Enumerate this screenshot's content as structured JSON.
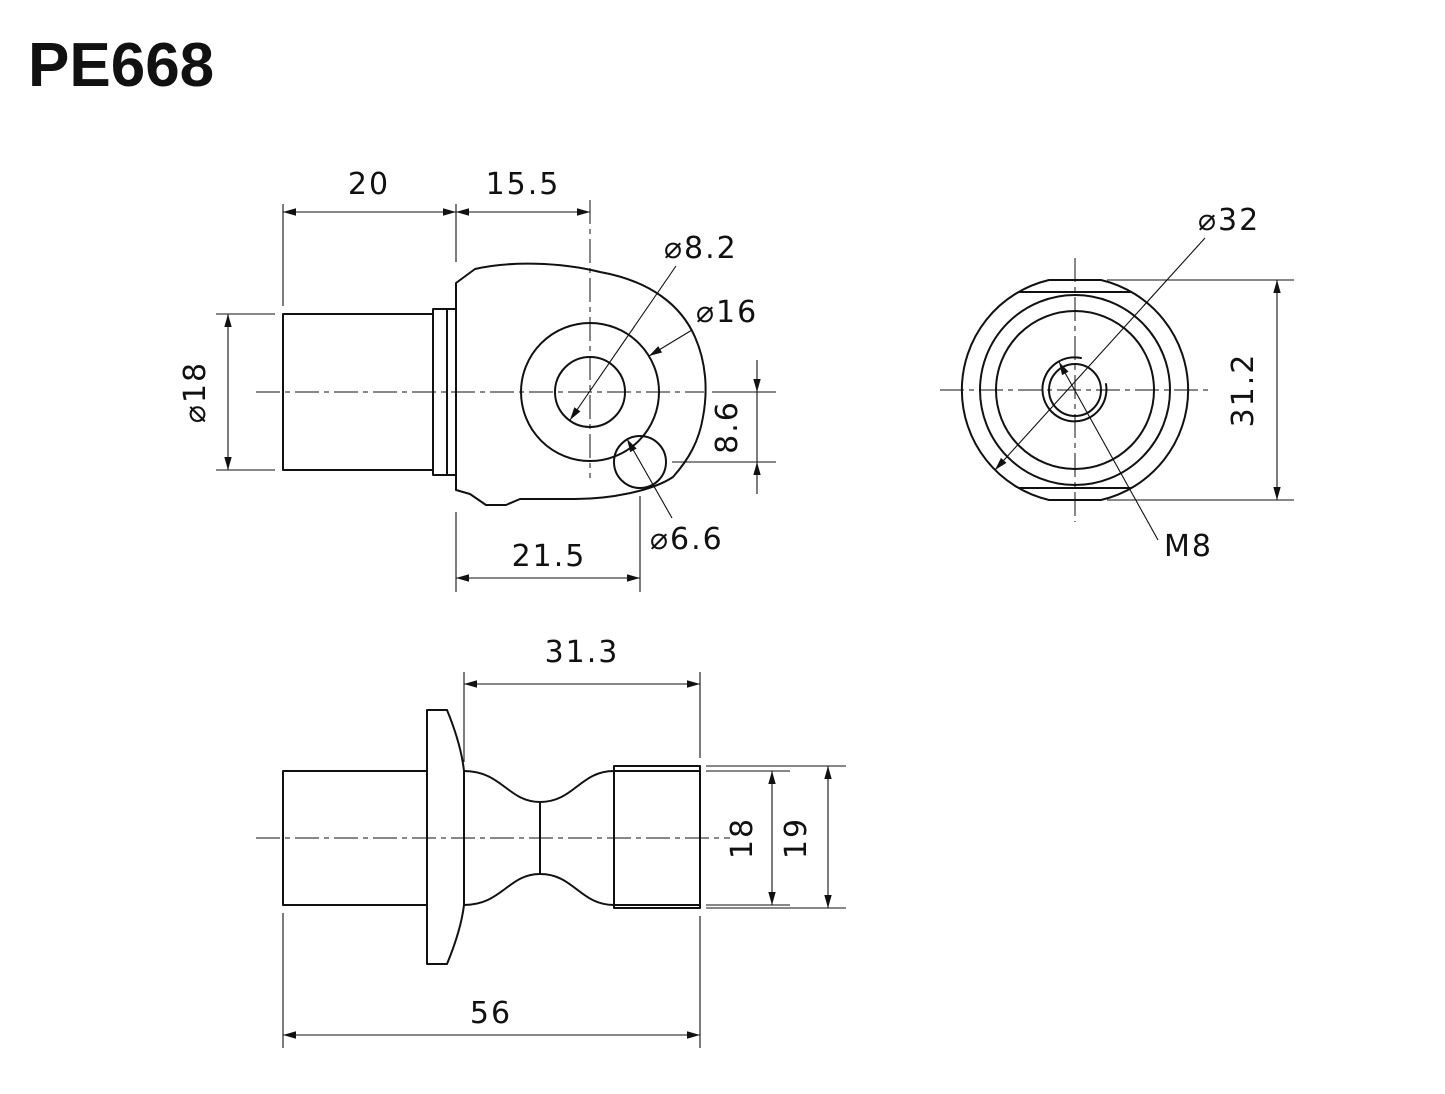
{
  "title": "PE668",
  "colors": {
    "ink": "#111111",
    "background": "#ffffff"
  },
  "views": {
    "side": {
      "dims": {
        "shaft_len": "20",
        "head_offset": "15.5",
        "through_hole": "⌀8.2",
        "bore": "⌀16",
        "shaft_dia": "⌀18",
        "hole_offset": "8.6",
        "head_len": "21.5",
        "side_hole": "⌀6.6"
      }
    },
    "front": {
      "dims": {
        "outer_dia": "⌀32",
        "body_height": "31.2",
        "thread": "M8"
      }
    },
    "bottom": {
      "dims": {
        "block_len": "31.3",
        "block_flat": "18",
        "block_max": "19",
        "total_len": "56"
      }
    }
  }
}
